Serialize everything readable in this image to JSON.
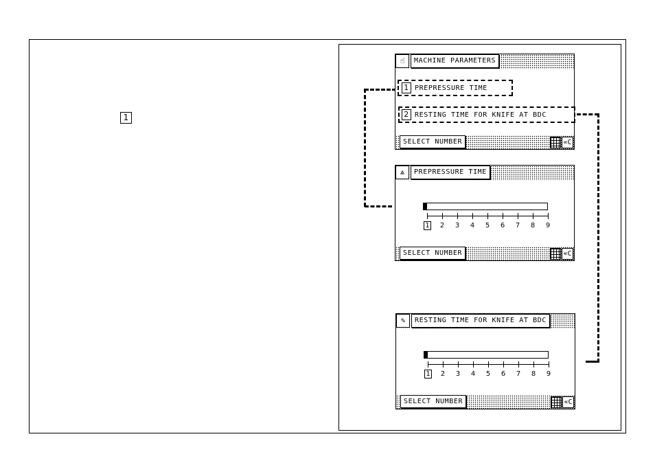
{
  "callout_number": "1",
  "screens": {
    "machine_parameters": {
      "icon": "hand-pointer-icon",
      "title": "MACHINE PARAMETERS",
      "items": [
        {
          "number": "1",
          "label": "PREPRESSURE TIME"
        },
        {
          "number": "2",
          "label": "RESTING TIME FOR KNIFE AT BDC"
        }
      ],
      "select_label": "SELECT NUMBER",
      "back_label": "«C"
    },
    "prepressure": {
      "icon": "press-icon",
      "title": "PREPRESSURE TIME",
      "scale": [
        "1",
        "2",
        "3",
        "4",
        "5",
        "6",
        "7",
        "8",
        "9"
      ],
      "selected": "1",
      "level_fraction": 0.03,
      "select_label": "SELECT NUMBER",
      "back_label": "«C"
    },
    "resting": {
      "icon": "knife-icon",
      "title": "RESTING TIME FOR KNIFE AT BDC",
      "scale": [
        "1",
        "2",
        "3",
        "4",
        "5",
        "6",
        "7",
        "8",
        "9"
      ],
      "selected": "1",
      "level_fraction": 0.03,
      "select_label": "SELECT NUMBER",
      "back_label": "«C"
    }
  }
}
